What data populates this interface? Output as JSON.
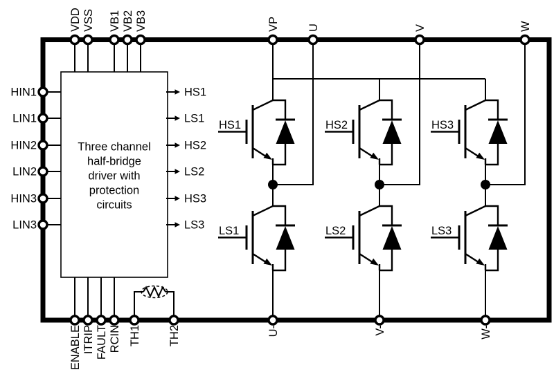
{
  "pins": {
    "top_left": [
      "VDD",
      "VSS",
      "VB1",
      "VB2",
      "VB3"
    ],
    "top_right": [
      "VP",
      "U",
      "V",
      "W"
    ],
    "left": [
      "HIN1",
      "LIN1",
      "HIN2",
      "LIN2",
      "HIN3",
      "LIN3"
    ],
    "bottom_left": [
      "ENABLE",
      "ITRIP",
      "FAULT",
      "RCIN",
      "TH1",
      "TH2"
    ],
    "bottom_right": [
      "U-",
      "V-",
      "W-"
    ]
  },
  "driver_box": {
    "lines": [
      "Three channel",
      "half-bridge",
      "driver with",
      "protection",
      "circuits"
    ],
    "outputs": [
      "HS1",
      "LS1",
      "HS2",
      "LS2",
      "HS3",
      "LS3"
    ]
  },
  "igbt": {
    "high_side": [
      "HS1",
      "HS2",
      "HS3"
    ],
    "low_side": [
      "LS1",
      "LS2",
      "LS3"
    ]
  },
  "symbols": {
    "igbt_cell": "IGBT with antiparallel freewheeling diode",
    "thermistor": "thermistor element between TH1 and TH2",
    "junction_dot": "phase midpoint node",
    "pin_circle": "package pin"
  },
  "colors": {
    "line": "#000000",
    "background": "#ffffff"
  }
}
